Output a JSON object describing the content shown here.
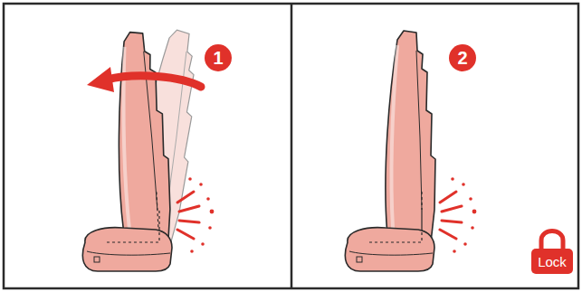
{
  "diagram": {
    "nodes": [
      {
        "text": [
          "1"
        ]
      },
      {
        "text": [
          "2"
        ]
      },
      {
        "text": [
          "Lock"
        ]
      }
    ]
  }
}
